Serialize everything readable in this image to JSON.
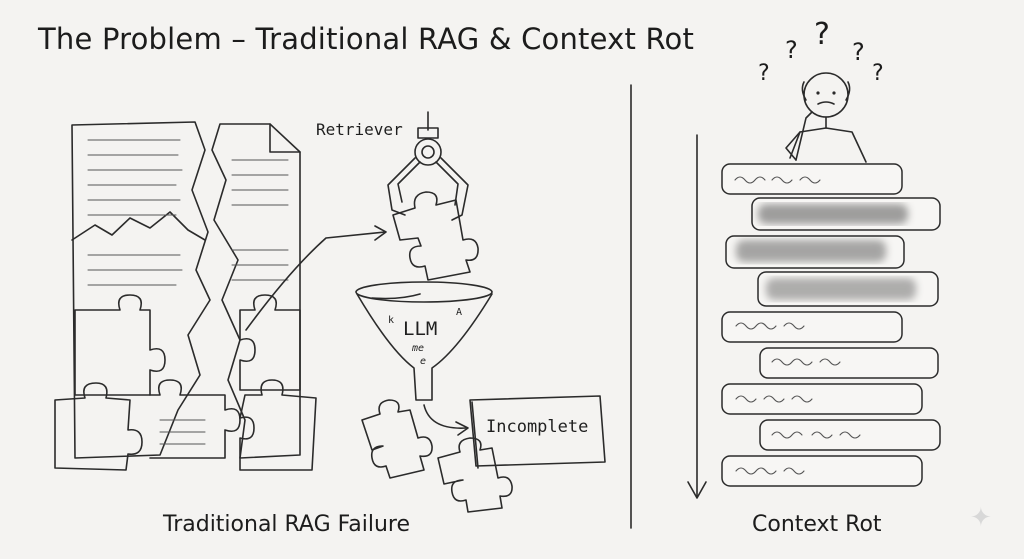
{
  "title": "The Problem – Traditional RAG & Context Rot",
  "left_panel": {
    "caption": "Traditional RAG Failure",
    "retriever_label": "Retriever",
    "llm_label": "LLM",
    "llm_marks": {
      "a": "A",
      "k": "k",
      "me": "me",
      "e": "e"
    },
    "output_label": "Incomplete"
  },
  "right_panel": {
    "caption": "Context Rot",
    "question_marks": [
      "?",
      "?",
      "?",
      "?",
      "?"
    ],
    "messages": [
      {
        "blurred": false
      },
      {
        "blurred": true
      },
      {
        "blurred": true
      },
      {
        "blurred": true
      },
      {
        "blurred": false
      },
      {
        "blurred": false
      },
      {
        "blurred": false
      },
      {
        "blurred": false
      },
      {
        "blurred": false
      }
    ]
  },
  "icons": [
    "torn-document-icon",
    "puzzle-piece-icon",
    "claw-grabber-icon",
    "funnel-icon",
    "confused-person-icon",
    "down-arrow-icon",
    "sparkle-icon"
  ]
}
